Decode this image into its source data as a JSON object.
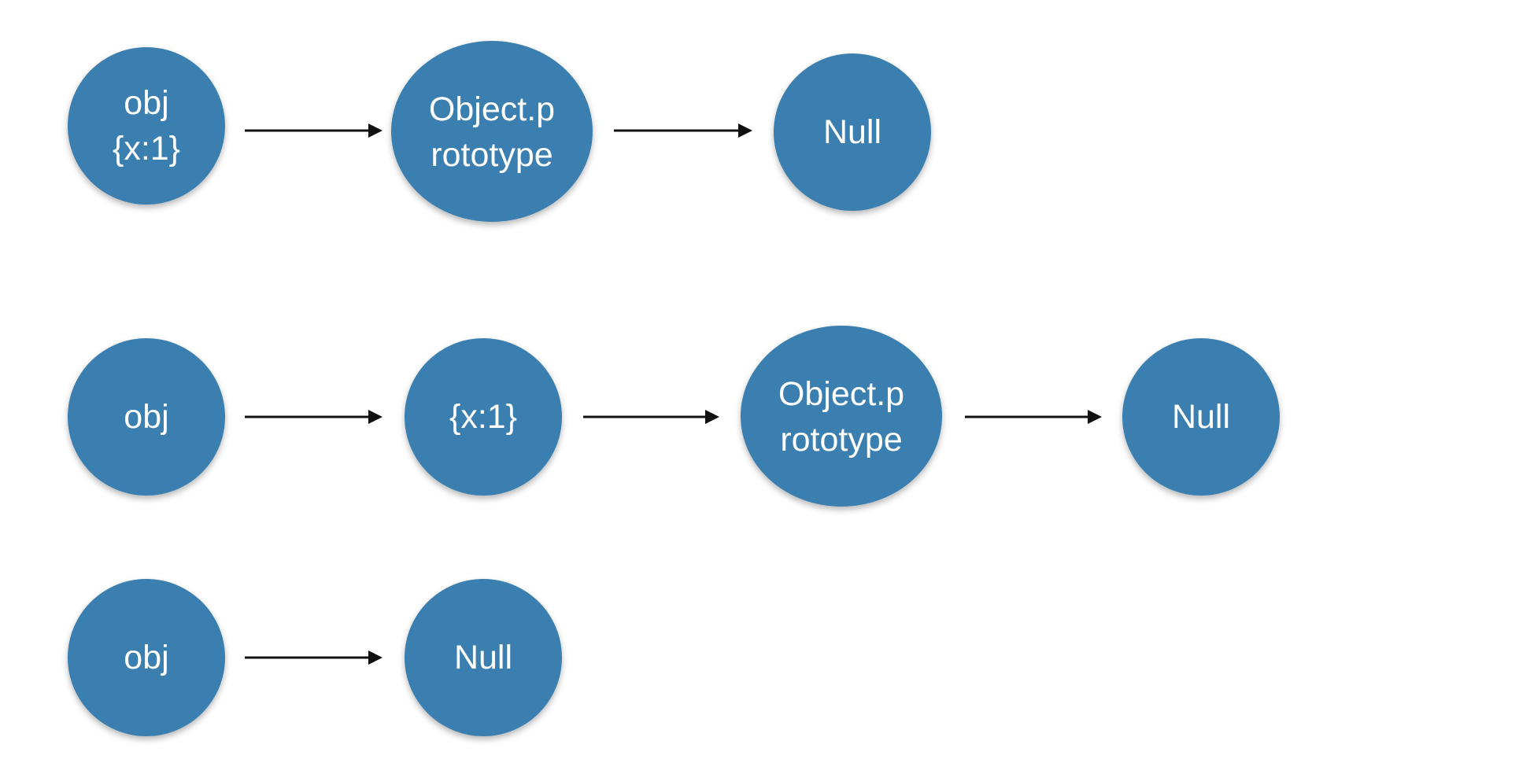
{
  "diagram": {
    "colors": {
      "node_fill": "#3a7eb0",
      "node_text": "#ffffff",
      "arrow": "#111111",
      "background": "#ffffff"
    },
    "rows": [
      {
        "nodes": [
          {
            "id": "r1n1",
            "lines": [
              "obj",
              "{x:1}"
            ]
          },
          {
            "id": "r1n2",
            "lines": [
              "Object.p",
              "rototype"
            ]
          },
          {
            "id": "r1n3",
            "lines": [
              "Null"
            ]
          }
        ],
        "edges": [
          {
            "from": "r1n1",
            "to": "r1n2"
          },
          {
            "from": "r1n2",
            "to": "r1n3"
          }
        ]
      },
      {
        "nodes": [
          {
            "id": "r2n1",
            "lines": [
              "obj"
            ]
          },
          {
            "id": "r2n2",
            "lines": [
              "{x:1}"
            ]
          },
          {
            "id": "r2n3",
            "lines": [
              "Object.p",
              "rototype"
            ]
          },
          {
            "id": "r2n4",
            "lines": [
              "Null"
            ]
          }
        ],
        "edges": [
          {
            "from": "r2n1",
            "to": "r2n2"
          },
          {
            "from": "r2n2",
            "to": "r2n3"
          },
          {
            "from": "r2n3",
            "to": "r2n4"
          }
        ]
      },
      {
        "nodes": [
          {
            "id": "r3n1",
            "lines": [
              "obj"
            ]
          },
          {
            "id": "r3n2",
            "lines": [
              "Null"
            ]
          }
        ],
        "edges": [
          {
            "from": "r3n1",
            "to": "r3n2"
          }
        ]
      }
    ]
  }
}
